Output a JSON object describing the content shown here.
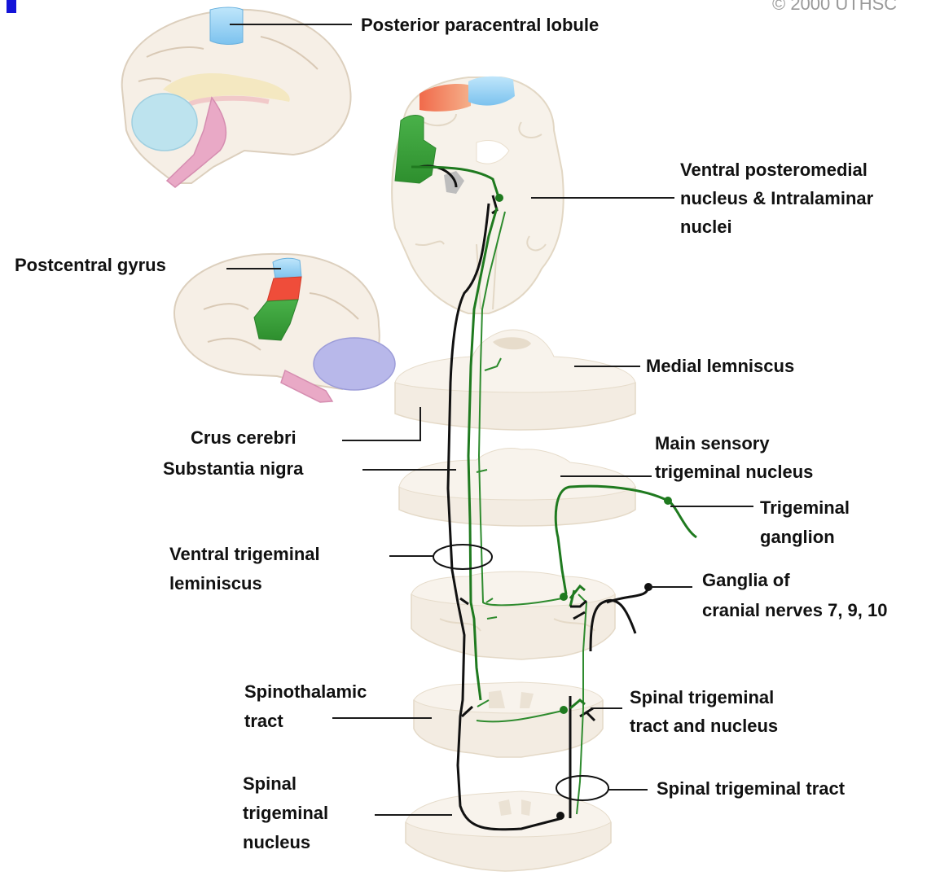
{
  "copyright": "© 2000 UTHSC",
  "labels": {
    "posterior_paracentral_lobule": "Posterior paracentral lobule",
    "vpm_line1": "Ventral posteromedial",
    "vpm_line2": "nucleus & Intralaminar",
    "vpm_line3": "nuclei",
    "postcentral_gyrus": "Postcentral gyrus",
    "medial_lemniscus": "Medial lemniscus",
    "crus_cerebri": "Crus cerebri",
    "substantia_nigra": "Substantia nigra",
    "main_sensory_line1": "Main sensory",
    "main_sensory_line2": "trigeminal nucleus",
    "trigeminal_ganglion_line1": "Trigeminal",
    "trigeminal_ganglion_line2": "ganglion",
    "ventral_trig_line1": "Ventral trigeminal",
    "ventral_trig_line2": "leminiscus",
    "ganglia_line1": "Ganglia of",
    "ganglia_line2": "cranial nerves 7, 9, 10",
    "spinothalamic_line1": "Spinothalamic",
    "spinothalamic_line2": "tract",
    "spinal_trig_tn_line1": "Spinal trigeminal",
    "spinal_trig_tn_line2": "tract and nucleus",
    "spinal_trig_tract": "Spinal trigeminal tract",
    "spinal_trig_nucleus_line1": "Spinal",
    "spinal_trig_nucleus_line2": "trigeminal",
    "spinal_trig_nucleus_line3": "nucleus"
  },
  "colors": {
    "pathway_green": "#1f7a1f",
    "pathway_black": "#111111",
    "leg_area_blue": "#8fcdf2",
    "arm_area_orange": "#f0845a",
    "face_area_green": "#3aa03a",
    "tissue": "#f3ece2",
    "corner_marker": "#1414d8"
  }
}
